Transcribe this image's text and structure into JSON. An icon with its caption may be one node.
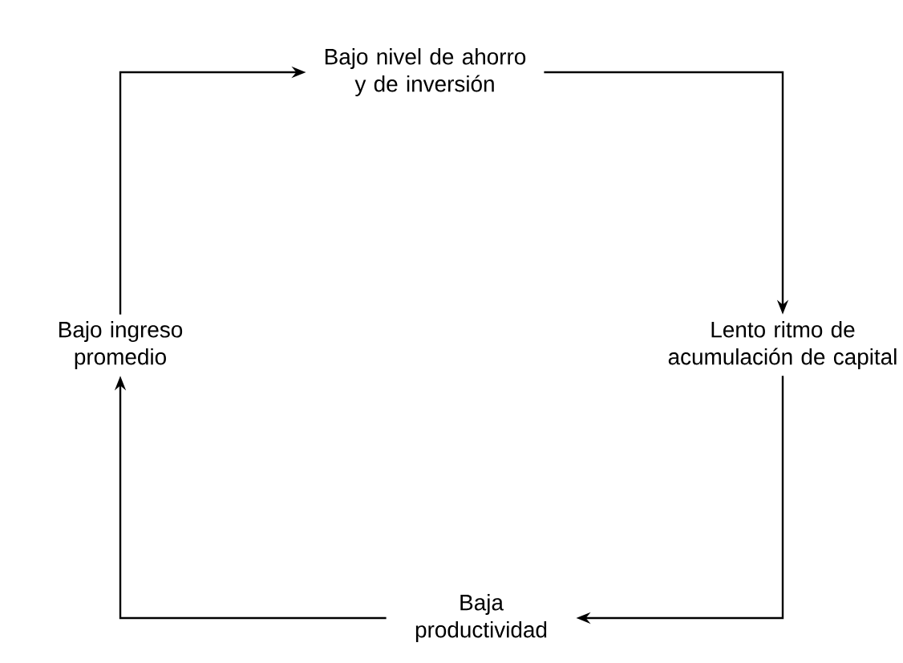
{
  "diagram": {
    "nodes": [
      {
        "text": [
          "Bajo ingreso promedio"
        ]
      },
      {
        "text": [
          "Bajo nivel de ahorro y de inversión"
        ]
      },
      {
        "text": [
          "Lento ritmo de acumulación de capital"
        ]
      },
      {
        "text": [
          "Baja productividad"
        ]
      }
    ],
    "edges": [
      {
        "from": 0,
        "to": 1,
        "arrow": "to"
      },
      {
        "from": 1,
        "to": 2,
        "arrow": "to"
      },
      {
        "from": 2,
        "to": 3,
        "arrow": "to"
      },
      {
        "from": 3,
        "to": 0,
        "arrow": "to"
      }
    ]
  }
}
